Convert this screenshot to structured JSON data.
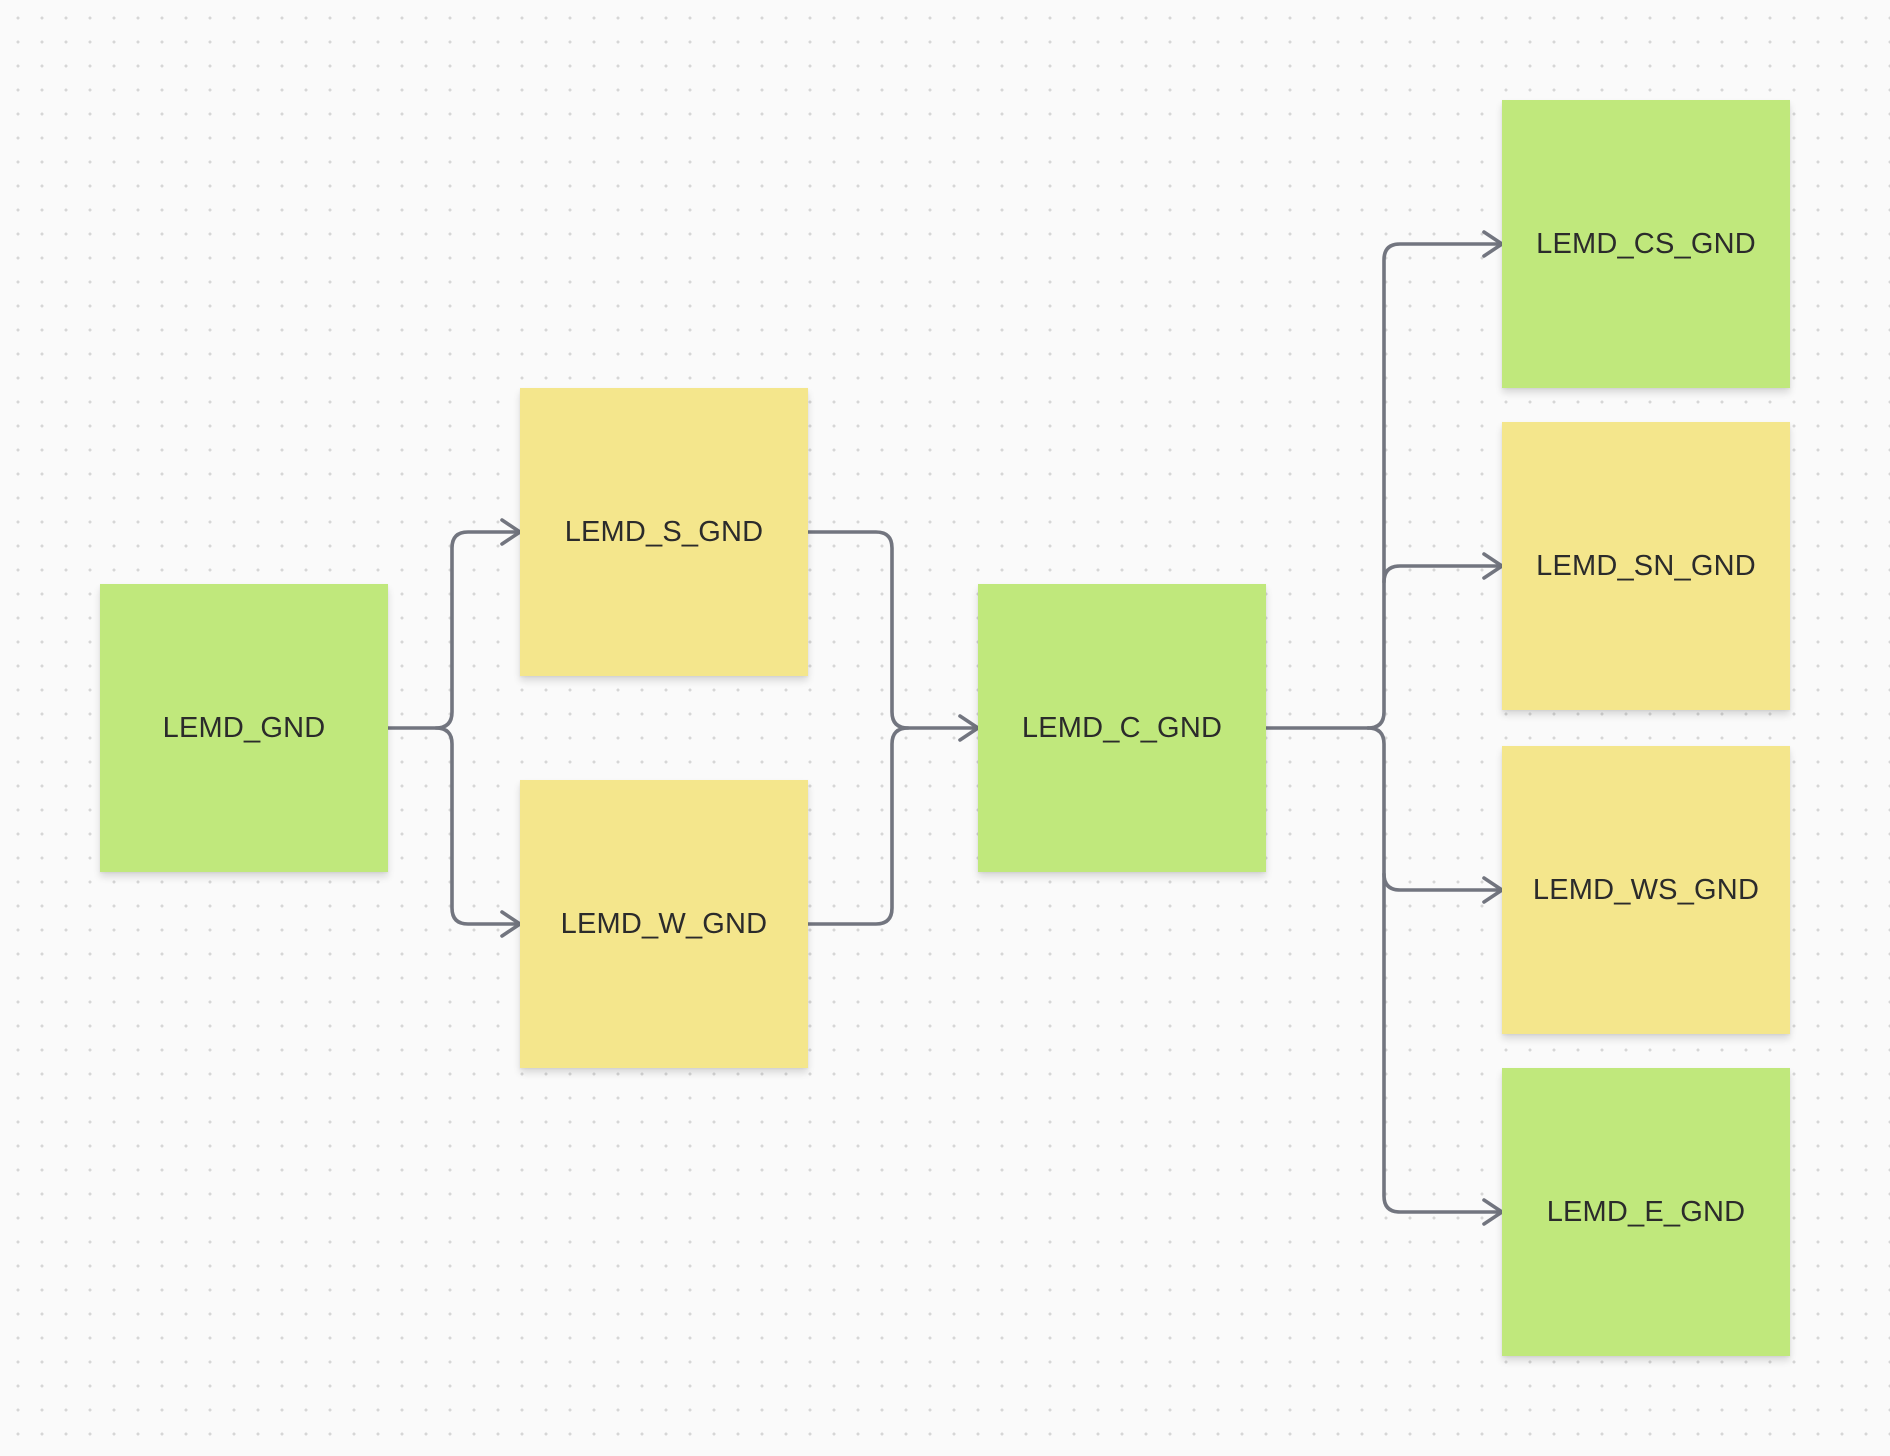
{
  "diagram": {
    "nodes": [
      {
        "id": "lemd-gnd",
        "label": "LEMD_GND",
        "color": "#c0e87c"
      },
      {
        "id": "lemd-s-gnd",
        "label": "LEMD_S_GND",
        "color": "#f4e68c"
      },
      {
        "id": "lemd-w-gnd",
        "label": "LEMD_W_GND",
        "color": "#f4e68c"
      },
      {
        "id": "lemd-c-gnd",
        "label": "LEMD_C_GND",
        "color": "#c0e87c"
      },
      {
        "id": "lemd-cs-gnd",
        "label": "LEMD_CS_GND",
        "color": "#c0e87c"
      },
      {
        "id": "lemd-sn-gnd",
        "label": "LEMD_SN_GND",
        "color": "#f4e68c"
      },
      {
        "id": "lemd-ws-gnd",
        "label": "LEMD_WS_GND",
        "color": "#f4e68c"
      },
      {
        "id": "lemd-e-gnd",
        "label": "LEMD_E_GND",
        "color": "#c0e87c"
      }
    ],
    "edges": [
      {
        "from": "LEMD_GND",
        "to": "LEMD_S_GND"
      },
      {
        "from": "LEMD_GND",
        "to": "LEMD_W_GND"
      },
      {
        "from": "LEMD_S_GND",
        "to": "LEMD_C_GND"
      },
      {
        "from": "LEMD_W_GND",
        "to": "LEMD_C_GND"
      },
      {
        "from": "LEMD_C_GND",
        "to": "LEMD_CS_GND"
      },
      {
        "from": "LEMD_C_GND",
        "to": "LEMD_SN_GND"
      },
      {
        "from": "LEMD_C_GND",
        "to": "LEMD_WS_GND"
      },
      {
        "from": "LEMD_C_GND",
        "to": "LEMD_E_GND"
      }
    ]
  },
  "colors": {
    "sticky_green": "#c0e87c",
    "sticky_yellow": "#f4e68c",
    "connector": "#72757f",
    "canvas": "#fafafa"
  }
}
